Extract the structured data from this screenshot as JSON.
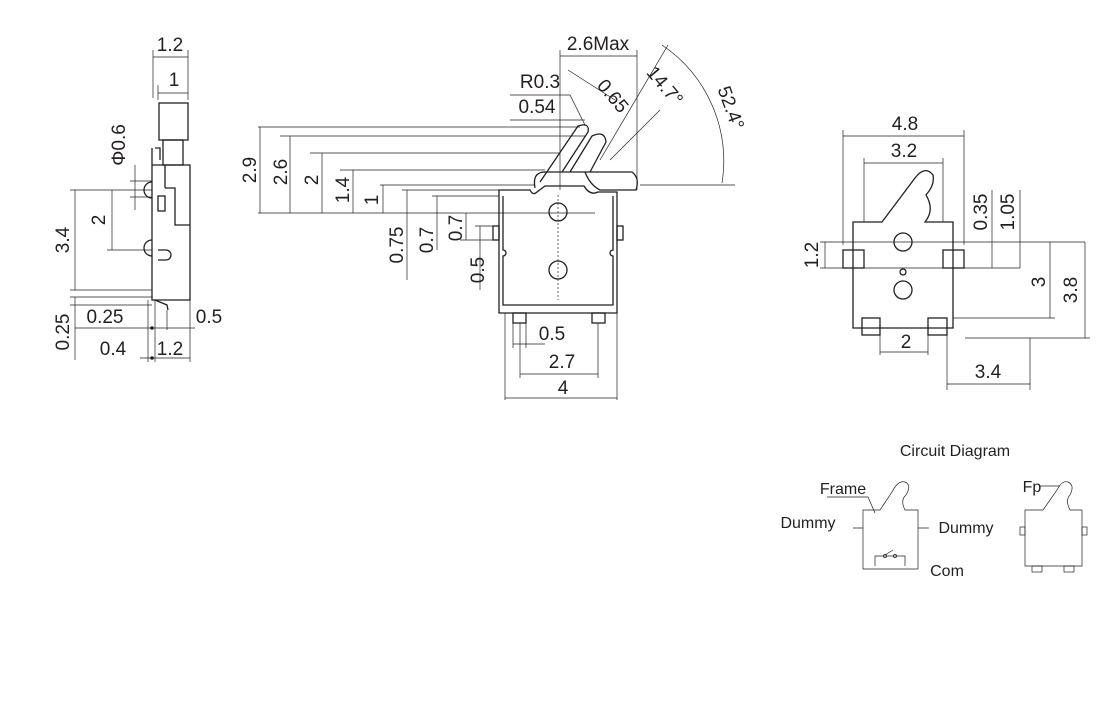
{
  "side_view": {
    "dims": {
      "top_width": "1.2",
      "actuator_width": "1",
      "phi": "Φ0.6",
      "height": "3.4",
      "pin_pitch": "2",
      "foot_height": "0.25",
      "foot_offset": "0.25",
      "pin_gap": "0.5",
      "pin_offset": "0.4",
      "body_width": "1.2"
    }
  },
  "front_view": {
    "dims": {
      "max_width": "2.6Max",
      "radius": "R0.3",
      "tip_offset": "0.54",
      "lever_width": "0.65",
      "angle_small": "14.7°",
      "angle_large": "52.4°",
      "h29": "2.9",
      "h26": "2.6",
      "h2": "2",
      "h14": "1.4",
      "h1": "1",
      "h075": "0.75",
      "h07a": "0.7",
      "h07b": "0.7",
      "h05": "0.5",
      "pad_width": "0.5",
      "pad_pitch": "2.7",
      "body_width": "4"
    }
  },
  "bottom_view": {
    "dims": {
      "total_width": "4.8",
      "body_width": "3.2",
      "d035": "0.35",
      "d105": "1.05",
      "tab_height": "1.2",
      "d3": "3",
      "d38": "3.8",
      "pad_pitch": "2",
      "d34": "3.4"
    }
  },
  "circuit": {
    "title": "Circuit  Diagram",
    "frame": "Frame",
    "dummy_left": "Dummy",
    "dummy_right": "Dummy",
    "com": "Com",
    "fp": "Fp"
  }
}
